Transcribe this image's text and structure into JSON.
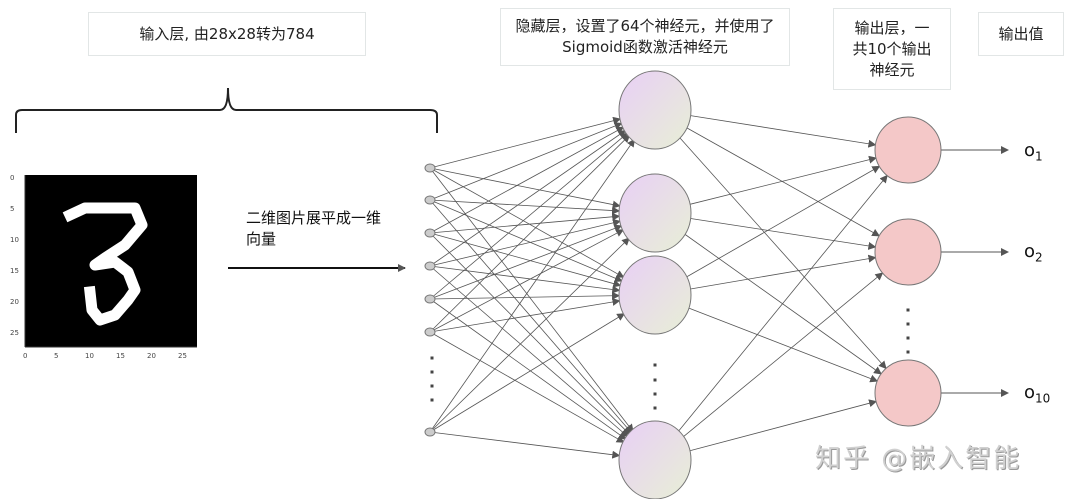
{
  "labels": {
    "input_layer": "输入层, 由28x28转为784",
    "hidden_layer": "隐藏层，设置了64个神经元，并使用了Sigmoid函数激活神经元",
    "output_layer": "输出层，一共10个输出神经元",
    "output_values": "输出值",
    "flatten": "二维图片展平成一维向量"
  },
  "outputs": [
    {
      "base": "o",
      "sub": "1"
    },
    {
      "base": "o",
      "sub": "2"
    },
    {
      "base": "o",
      "sub": "10"
    }
  ],
  "image_axis_ticks": [
    "0",
    "5",
    "10",
    "15",
    "20",
    "25"
  ],
  "watermark": "知乎 @嵌入智能",
  "colors": {
    "hidden_node": "#e8d4f0",
    "hidden_node_2": "#e6eed8",
    "output_node": "#f4c8c8",
    "edge": "#555555"
  }
}
